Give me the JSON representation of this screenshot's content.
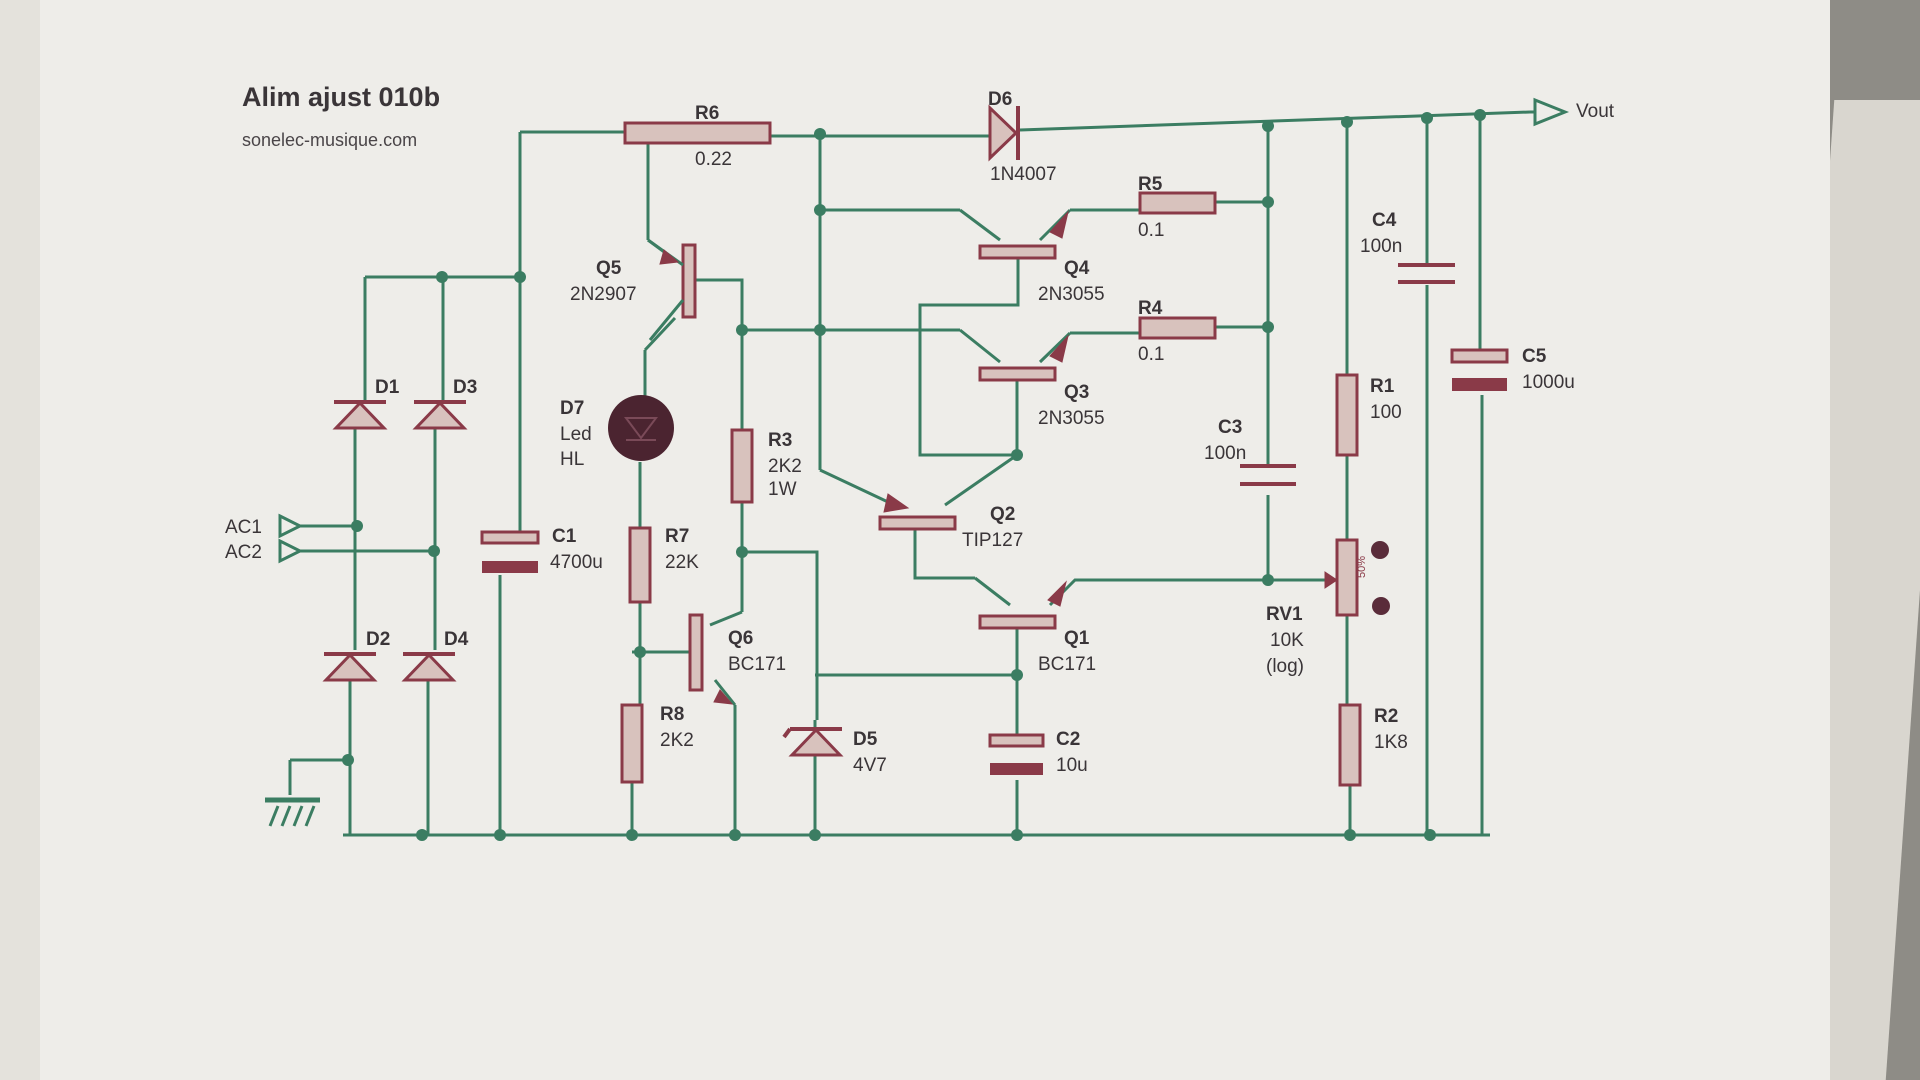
{
  "title": "Alim ajust 010b",
  "website": "sonelec-musique.com",
  "output_label": "Vout",
  "inputs": [
    "AC1",
    "AC2"
  ],
  "components": [
    {
      "ref": "R6",
      "value": "0.22"
    },
    {
      "ref": "D6",
      "value": "1N4007"
    },
    {
      "ref": "R5",
      "value": "0.1"
    },
    {
      "ref": "R4",
      "value": "0.1"
    },
    {
      "ref": "Q5",
      "value": "2N2907"
    },
    {
      "ref": "Q4",
      "value": "2N3055"
    },
    {
      "ref": "Q3",
      "value": "2N3055"
    },
    {
      "ref": "Q2",
      "value": "TIP127"
    },
    {
      "ref": "Q1",
      "value": "BC171"
    },
    {
      "ref": "Q6",
      "value": "BC171"
    },
    {
      "ref": "D1",
      "value": ""
    },
    {
      "ref": "D3",
      "value": ""
    },
    {
      "ref": "D2",
      "value": ""
    },
    {
      "ref": "D4",
      "value": ""
    },
    {
      "ref": "D7",
      "value": "Led",
      "value2": "HL"
    },
    {
      "ref": "R3",
      "value": "2K2",
      "value2": "1W"
    },
    {
      "ref": "C1",
      "value": "4700u"
    },
    {
      "ref": "R7",
      "value": "22K"
    },
    {
      "ref": "R8",
      "value": "2K2"
    },
    {
      "ref": "D5",
      "value": "4V7"
    },
    {
      "ref": "C2",
      "value": "10u"
    },
    {
      "ref": "C3",
      "value": "100n"
    },
    {
      "ref": "C4",
      "value": "100n"
    },
    {
      "ref": "C5",
      "value": "1000u"
    },
    {
      "ref": "R1",
      "value": "100"
    },
    {
      "ref": "RV1",
      "value": "10K",
      "value2": "(log)"
    },
    {
      "ref": "R2",
      "value": "1K8"
    }
  ],
  "potentiometer_mark": "50%",
  "colors": {
    "wire": "#3b7d62",
    "component": "#8a3a48",
    "text": "#3a3538",
    "paper": "#eeede9"
  }
}
